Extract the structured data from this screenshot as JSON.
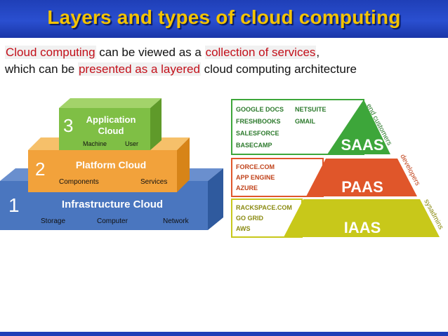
{
  "title": "Layers and types of cloud computing",
  "subtitle": {
    "line1": {
      "part1": "Cloud computing",
      "part2": " can be viewed as a ",
      "part3": "collection of services",
      "part4": ","
    },
    "line2": {
      "part1": "which can be ",
      "part2": "presented as a layered",
      "part3": " cloud computing architecture"
    }
  },
  "layers": {
    "application": {
      "number": "3",
      "title_line1": "Application",
      "title_line2": "Cloud",
      "sub_left": "Machine",
      "sub_right": "User"
    },
    "platform": {
      "number": "2",
      "title": "Platform Cloud",
      "sub_left": "Components",
      "sub_right": "Services"
    },
    "infrastructure": {
      "number": "1",
      "title": "Infrastructure Cloud",
      "sub_left": "Storage",
      "sub_mid": "Computer",
      "sub_right": "Network"
    }
  },
  "pyramid": {
    "saas": {
      "label": "SAAS",
      "audience": "end customers",
      "examples": [
        "GOOGLE DOCS",
        "NETSUITE",
        "FRESHBOOKS",
        "GMAIL",
        "SALESFORCE",
        "BASECAMP"
      ]
    },
    "paas": {
      "label": "PAAS",
      "audience": "developers",
      "examples": [
        "FORCE.COM",
        "APP ENGINE",
        "AZURE"
      ]
    },
    "iaas": {
      "label": "IAAS",
      "audience": "sysadmins",
      "examples": [
        "RACKSPACE.COM",
        "GO GRID",
        "AWS"
      ]
    }
  },
  "colors": {
    "title_text": "#f3c300",
    "title_bg": "#1f3fb7",
    "saas": "#3da63a",
    "paas": "#e0562a",
    "iaas": "#c8c81a"
  }
}
